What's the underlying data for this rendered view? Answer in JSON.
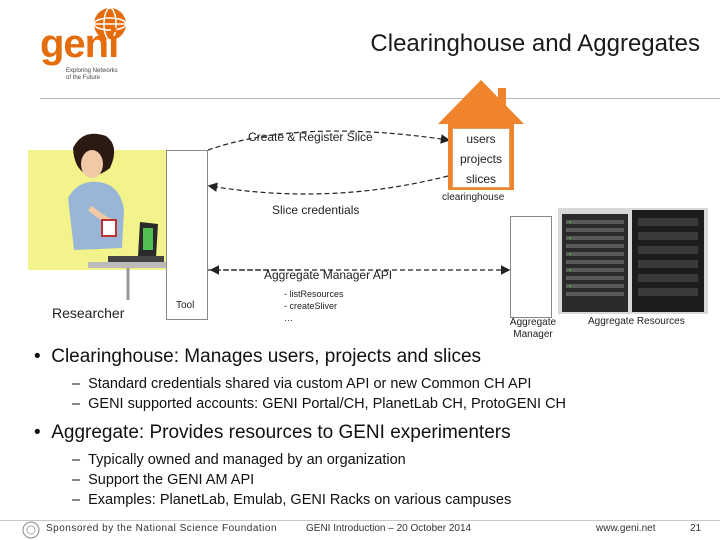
{
  "slide": {
    "title": "Clearinghouse and Aggregates",
    "page_number": "21"
  },
  "logo": {
    "name": "geni",
    "tagline_line1": "Exploring Networks",
    "tagline_line2": "of the Future"
  },
  "diagram": {
    "create_register_label": "Create & Register Slice",
    "slice_credentials_label": "Slice credentials",
    "clearinghouse": {
      "items": [
        "users",
        "projects",
        "slices"
      ],
      "caption": "clearinghouse"
    },
    "am_api_label": "Aggregate Manager API",
    "am_api_calls": [
      "- listResources",
      "- createSliver",
      "…"
    ],
    "researcher_label": "Researcher",
    "tool_label": "Tool",
    "aggregate_manager_label_line1": "Aggregate",
    "aggregate_manager_label_line2": "Manager",
    "aggregate_resources_label": "Aggregate Resources"
  },
  "bullets": [
    {
      "text": "Clearinghouse: Manages users, projects and slices",
      "sub": [
        "Standard credentials shared via custom API or new Common CH API",
        "GENI supported accounts: GENI Portal/CH, PlanetLab CH, ProtoGENI CH"
      ]
    },
    {
      "text": "Aggregate: Provides resources to GENI experimenters",
      "sub": [
        "Typically owned and managed by an organization",
        "Support the GENI AM API",
        "Examples: PlanetLab, Emulab, GENI Racks on various campuses"
      ]
    }
  ],
  "footer": {
    "sponsor": "Sponsored by the National Science Foundation",
    "event": "GENI Introduction – 20 October 2014",
    "url": "www.geni.net"
  },
  "colors": {
    "brand_orange": "#e46c0a",
    "house_orange": "#f0842c"
  }
}
